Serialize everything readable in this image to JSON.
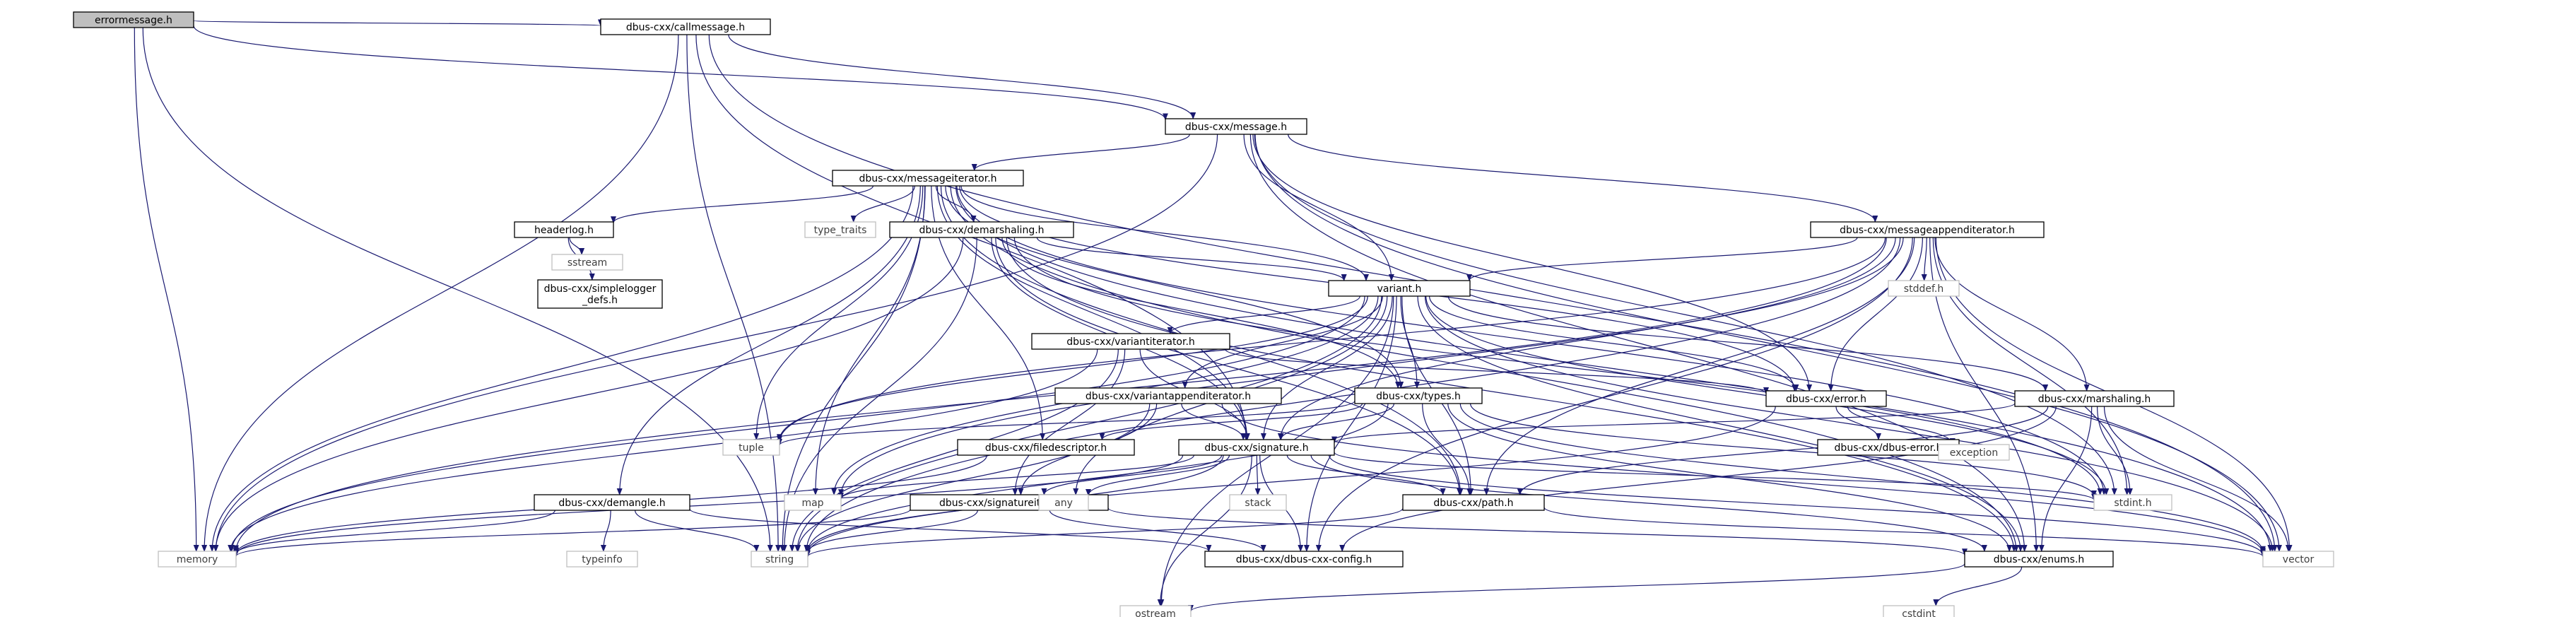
{
  "diagram": {
    "colors": {
      "edge": "#191970",
      "node_border": "#000000",
      "system_border": "#bfbfbf",
      "root_fill": "#bfbfbf",
      "background": "#ffffff"
    },
    "nodes": [
      {
        "id": "errormessage",
        "label": "errormessage.h",
        "kind": "root"
      },
      {
        "id": "callmessage",
        "label": "dbus-cxx/callmessage.h",
        "kind": "local"
      },
      {
        "id": "message",
        "label": "dbus-cxx/message.h",
        "kind": "local"
      },
      {
        "id": "messageiterator",
        "label": "dbus-cxx/messageiterator.h",
        "kind": "local"
      },
      {
        "id": "headerlog",
        "label": "headerlog.h",
        "kind": "local"
      },
      {
        "id": "simplelogger",
        "label": "dbus-cxx/simplelogger\n_defs.h",
        "kind": "local"
      },
      {
        "id": "demarshaling",
        "label": "dbus-cxx/demarshaling.h",
        "kind": "local"
      },
      {
        "id": "messageappenditerator",
        "label": "dbus-cxx/messageappenditerator.h",
        "kind": "local"
      },
      {
        "id": "variant",
        "label": "variant.h",
        "kind": "local"
      },
      {
        "id": "variantiterator",
        "label": "dbus-cxx/variantiterator.h",
        "kind": "local"
      },
      {
        "id": "variantappenditerator",
        "label": "dbus-cxx/variantappenditerator.h",
        "kind": "local"
      },
      {
        "id": "types",
        "label": "dbus-cxx/types.h",
        "kind": "local"
      },
      {
        "id": "error",
        "label": "dbus-cxx/error.h",
        "kind": "local"
      },
      {
        "id": "marshaling",
        "label": "dbus-cxx/marshaling.h",
        "kind": "local"
      },
      {
        "id": "filedescriptor",
        "label": "dbus-cxx/filedescriptor.h",
        "kind": "local"
      },
      {
        "id": "signature",
        "label": "dbus-cxx/signature.h",
        "kind": "local"
      },
      {
        "id": "dbuserror",
        "label": "dbus-cxx/dbus-error.h",
        "kind": "local"
      },
      {
        "id": "demangle",
        "label": "dbus-cxx/demangle.h",
        "kind": "local"
      },
      {
        "id": "signatureiterator",
        "label": "dbus-cxx/signatureiterator.h",
        "kind": "local"
      },
      {
        "id": "path",
        "label": "dbus-cxx/path.h",
        "kind": "local"
      },
      {
        "id": "config",
        "label": "dbus-cxx/dbus-cxx-config.h",
        "kind": "local"
      },
      {
        "id": "enums",
        "label": "dbus-cxx/enums.h",
        "kind": "local"
      },
      {
        "id": "type_traits",
        "label": "type_traits",
        "kind": "system"
      },
      {
        "id": "sstream",
        "label": "sstream",
        "kind": "system"
      },
      {
        "id": "stddef",
        "label": "stddef.h",
        "kind": "system"
      },
      {
        "id": "tuple",
        "label": "tuple",
        "kind": "system"
      },
      {
        "id": "exception",
        "label": "exception",
        "kind": "system"
      },
      {
        "id": "map",
        "label": "map",
        "kind": "system"
      },
      {
        "id": "any",
        "label": "any",
        "kind": "system"
      },
      {
        "id": "stack",
        "label": "stack",
        "kind": "system"
      },
      {
        "id": "stdint",
        "label": "stdint.h",
        "kind": "system"
      },
      {
        "id": "memory",
        "label": "memory",
        "kind": "system"
      },
      {
        "id": "typeinfo",
        "label": "typeinfo",
        "kind": "system"
      },
      {
        "id": "string",
        "label": "string",
        "kind": "system"
      },
      {
        "id": "vector",
        "label": "vector",
        "kind": "system"
      },
      {
        "id": "ostream",
        "label": "ostream",
        "kind": "system"
      },
      {
        "id": "cstdint",
        "label": "cstdint",
        "kind": "system"
      }
    ],
    "edges": [
      [
        "errormessage",
        "callmessage"
      ],
      [
        "errormessage",
        "message"
      ],
      [
        "errormessage",
        "memory"
      ],
      [
        "errormessage",
        "string"
      ],
      [
        "callmessage",
        "message"
      ],
      [
        "callmessage",
        "memory"
      ],
      [
        "callmessage",
        "string"
      ],
      [
        "callmessage",
        "vector"
      ],
      [
        "callmessage",
        "signature"
      ],
      [
        "message",
        "messageiterator"
      ],
      [
        "message",
        "messageappenditerator"
      ],
      [
        "message",
        "variant"
      ],
      [
        "message",
        "error"
      ],
      [
        "message",
        "memory"
      ],
      [
        "message",
        "stdint"
      ],
      [
        "message",
        "vector"
      ],
      [
        "message",
        "enums"
      ],
      [
        "messageiterator",
        "headerlog"
      ],
      [
        "messageiterator",
        "type_traits"
      ],
      [
        "messageiterator",
        "demarshaling"
      ],
      [
        "messageiterator",
        "variant"
      ],
      [
        "messageiterator",
        "types"
      ],
      [
        "messageiterator",
        "error"
      ],
      [
        "messageiterator",
        "signature"
      ],
      [
        "messageiterator",
        "demangle"
      ],
      [
        "messageiterator",
        "filedescriptor"
      ],
      [
        "messageiterator",
        "path"
      ],
      [
        "messageiterator",
        "tuple"
      ],
      [
        "messageiterator",
        "memory"
      ],
      [
        "messageiterator",
        "string"
      ],
      [
        "messageiterator",
        "map"
      ],
      [
        "messageiterator",
        "stdint"
      ],
      [
        "messageiterator",
        "vector"
      ],
      [
        "messageiterator",
        "enums"
      ],
      [
        "headerlog",
        "simplelogger"
      ],
      [
        "headerlog",
        "sstream"
      ],
      [
        "demarshaling",
        "variant"
      ],
      [
        "demarshaling",
        "types"
      ],
      [
        "demarshaling",
        "signature"
      ],
      [
        "demarshaling",
        "path"
      ],
      [
        "demarshaling",
        "memory"
      ],
      [
        "demarshaling",
        "string"
      ],
      [
        "demarshaling",
        "stdint"
      ],
      [
        "demarshaling",
        "enums"
      ],
      [
        "messageappenditerator",
        "variant"
      ],
      [
        "messageappenditerator",
        "error"
      ],
      [
        "messageappenditerator",
        "marshaling"
      ],
      [
        "messageappenditerator",
        "signature"
      ],
      [
        "messageappenditerator",
        "path"
      ],
      [
        "messageappenditerator",
        "config"
      ],
      [
        "messageappenditerator",
        "stddef"
      ],
      [
        "messageappenditerator",
        "tuple"
      ],
      [
        "messageappenditerator",
        "memory"
      ],
      [
        "messageappenditerator",
        "string"
      ],
      [
        "messageappenditerator",
        "stdint"
      ],
      [
        "messageappenditerator",
        "vector"
      ],
      [
        "messageappenditerator",
        "enums"
      ],
      [
        "messageappenditerator",
        "map"
      ],
      [
        "variant",
        "variantiterator"
      ],
      [
        "variant",
        "variantappenditerator"
      ],
      [
        "variant",
        "types"
      ],
      [
        "variant",
        "error"
      ],
      [
        "variant",
        "marshaling"
      ],
      [
        "variant",
        "signature"
      ],
      [
        "variant",
        "path"
      ],
      [
        "variant",
        "config"
      ],
      [
        "variant",
        "enums"
      ],
      [
        "variant",
        "tuple"
      ],
      [
        "variant",
        "map"
      ],
      [
        "variant",
        "any"
      ],
      [
        "variant",
        "string"
      ],
      [
        "variant",
        "vector"
      ],
      [
        "variant",
        "stdint"
      ],
      [
        "variant",
        "ostream"
      ],
      [
        "variant",
        "memory"
      ],
      [
        "variantiterator",
        "signature"
      ],
      [
        "variantiterator",
        "signatureiterator"
      ],
      [
        "variantiterator",
        "error"
      ],
      [
        "variantiterator",
        "memory"
      ],
      [
        "variantiterator",
        "string"
      ],
      [
        "variantappenditerator",
        "signature"
      ],
      [
        "variantappenditerator",
        "signatureiterator"
      ],
      [
        "variantappenditerator",
        "string"
      ],
      [
        "variantappenditerator",
        "vector"
      ],
      [
        "types",
        "signature"
      ],
      [
        "types",
        "path"
      ],
      [
        "types",
        "filedescriptor"
      ],
      [
        "types",
        "enums"
      ],
      [
        "types",
        "tuple"
      ],
      [
        "types",
        "string"
      ],
      [
        "types",
        "stdint"
      ],
      [
        "types",
        "vector"
      ],
      [
        "error",
        "dbuserror"
      ],
      [
        "error",
        "exception"
      ],
      [
        "error",
        "string"
      ],
      [
        "marshaling",
        "signature"
      ],
      [
        "marshaling",
        "path"
      ],
      [
        "marshaling",
        "enums"
      ],
      [
        "marshaling",
        "config"
      ],
      [
        "marshaling",
        "stdint"
      ],
      [
        "marshaling",
        "vector"
      ],
      [
        "filedescriptor",
        "memory"
      ],
      [
        "signature",
        "signatureiterator"
      ],
      [
        "signature",
        "path"
      ],
      [
        "signature",
        "enums"
      ],
      [
        "signature",
        "config"
      ],
      [
        "signature",
        "string"
      ],
      [
        "signature",
        "map"
      ],
      [
        "signature",
        "any"
      ],
      [
        "signature",
        "stack"
      ],
      [
        "signature",
        "stdint"
      ],
      [
        "signature",
        "memory"
      ],
      [
        "signature",
        "vector"
      ],
      [
        "signature",
        "ostream"
      ],
      [
        "demangle",
        "typeinfo"
      ],
      [
        "demangle",
        "memory"
      ],
      [
        "demangle",
        "string"
      ],
      [
        "demangle",
        "config"
      ],
      [
        "signatureiterator",
        "string"
      ],
      [
        "signatureiterator",
        "config"
      ],
      [
        "signatureiterator",
        "enums"
      ],
      [
        "signatureiterator",
        "memory"
      ],
      [
        "path",
        "string"
      ],
      [
        "path",
        "vector"
      ],
      [
        "enums",
        "ostream"
      ],
      [
        "enums",
        "cstdint"
      ]
    ]
  }
}
